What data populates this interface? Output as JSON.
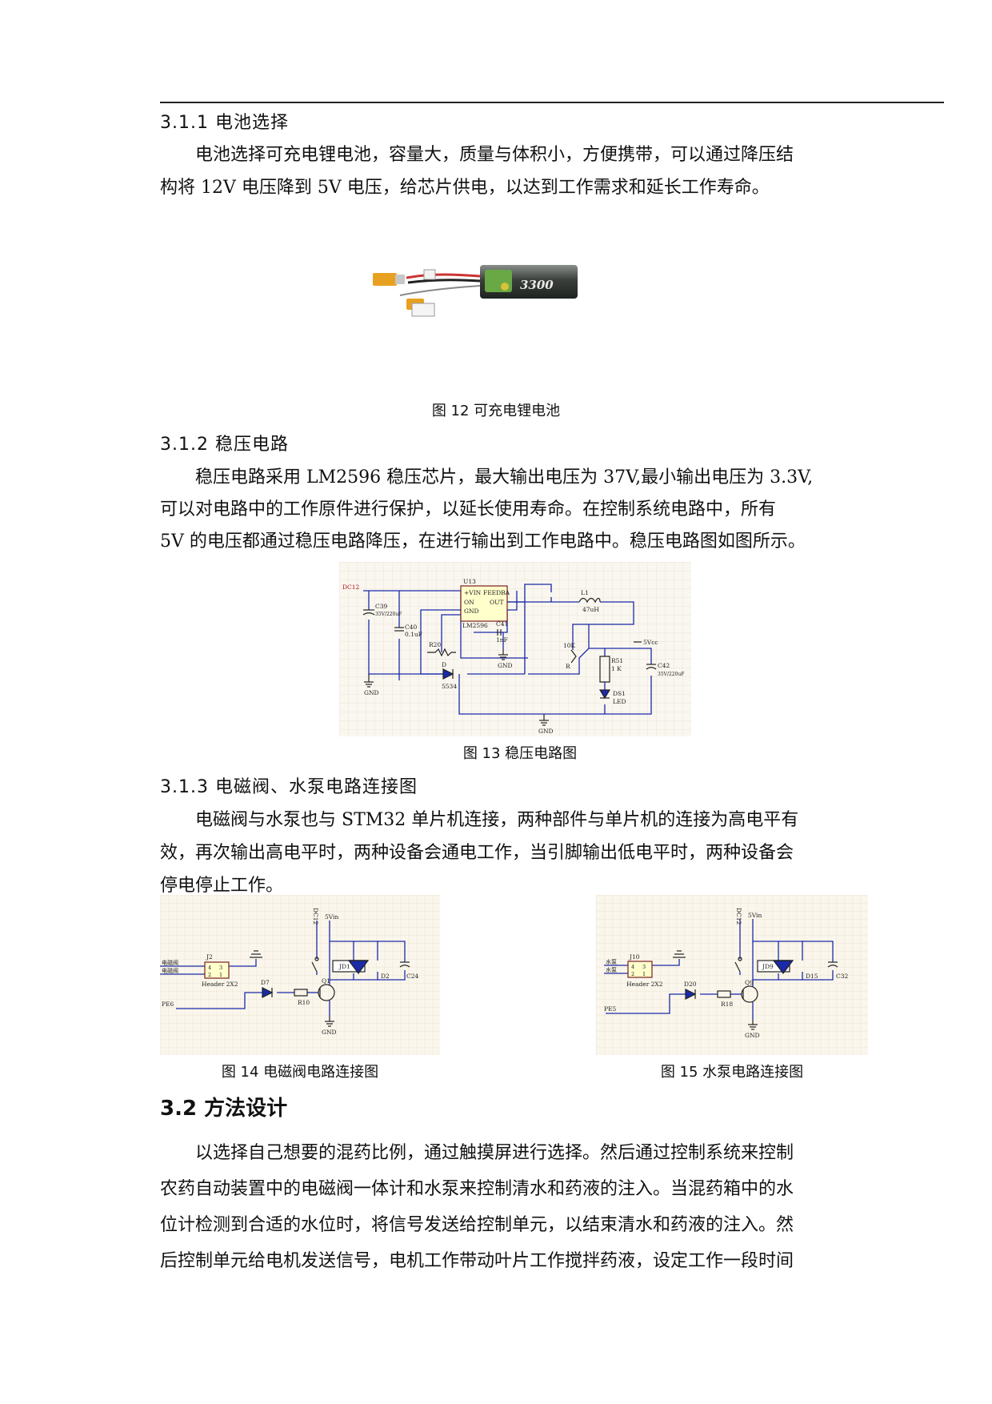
{
  "sections": {
    "s311": {
      "heading": "3.1.1 电池选择",
      "lines": [
        "电池选择可充电锂电池，容量大，质量与体积小，方便携带，可以通过降压结",
        "构将 12V 电压降到 5V 电压，给芯片供电，以达到工作需求和延长工作寿命。"
      ],
      "figure_caption": "图 12  可充电锂电池",
      "battery_label": "3300"
    },
    "s312": {
      "heading": "3.1.2 稳压电路",
      "lines": [
        "稳压电路采用 LM2596 稳压芯片，最大输出电压为 37V,最小输出电压为 3.3V,",
        "可以对电路中的工作原件进行保护，以延长使用寿命。在控制系统电路中，所有",
        "5V 的电压都通过稳压电路降压，在进行输出到工作电路中。稳压电路图如图所示。"
      ],
      "figure_caption": "图 13  稳压电路图",
      "schematic": {
        "dc_in": "DC12",
        "u_ref": "U13",
        "pin_vin": "+VIN",
        "pin_fb": "FEEDBA",
        "pin_on": "ON",
        "pin_out": "OUT",
        "pin_gnd": "GND",
        "chip": "LM2596",
        "c39": "C39",
        "c39_val": "35V/220uF",
        "c40": "C40",
        "c40_val": "0.1uF",
        "r20": "R20",
        "d_ref": "D",
        "d_val": "5534",
        "c41": "C41",
        "c41_val": "1nF",
        "l1": "L1",
        "l1_val": "47uH",
        "r_pot": "10K",
        "r_pot_ref": "R",
        "r51": "R51",
        "r51_val": "1 K",
        "c42": "C42",
        "c42_val": "35V/220uF",
        "ds1": "DS1",
        "ds1_val": "LED",
        "out_label": "5Vcc",
        "gnd": "GND"
      }
    },
    "s313": {
      "heading": "3.1.3 电磁阀、水泵电路连接图",
      "lines": [
        "电磁阀与水泵也与 STM32 单片机连接，两种部件与单片机的连接为高电平有",
        "效，再次输出高电平时，两种设备会通电工作，当引脚输出低电平时，两种设备会",
        "停电停止工作。"
      ],
      "fig14_caption": "图 14  电磁阀电路连接图",
      "fig15_caption": "图 15  水泵电路连接图",
      "fig14": {
        "conn": "J2",
        "conn_val": "Header 2X2",
        "sig1": "电磁阀",
        "sig2": "电磁阀",
        "in": "PE6",
        "vcc": "5Vin",
        "dc": "DC12",
        "relay": "JD1",
        "diode_a": "D7",
        "diode_b": "D2",
        "res": "R10",
        "tr": "Q1",
        "cap": "C24",
        "gnd": "GND",
        "p4": "4",
        "p3": "3",
        "p2": "2",
        "p1": "1"
      },
      "fig15": {
        "conn": "J10",
        "conn_val": "Header 2X2",
        "sig1": "水泵",
        "sig2": "水泵",
        "in": "PE5",
        "vcc": "5Vin",
        "dc": "DC12",
        "relay": "JD9",
        "diode_a": "D20",
        "diode_b": "D15",
        "res": "R18",
        "tr": "Q9",
        "cap": "C32",
        "gnd": "GND",
        "p4": "4",
        "p3": "3",
        "p2": "2",
        "p1": "1"
      }
    },
    "s32": {
      "heading": "3.2 方法设计",
      "lines": [
        "以选择自己想要的混药比例，通过触摸屏进行选择。然后通过控制系统来控制",
        "农药自动装置中的电磁阀一体计和水泵来控制清水和药液的注入。当混药箱中的水",
        "位计检测到合适的水位时，将信号发送给控制单元，以结束清水和药液的注入。然",
        "后控制单元给电机发送信号，电机工作带动叶片工作搅拌药液，设定工作一段时间"
      ]
    }
  }
}
